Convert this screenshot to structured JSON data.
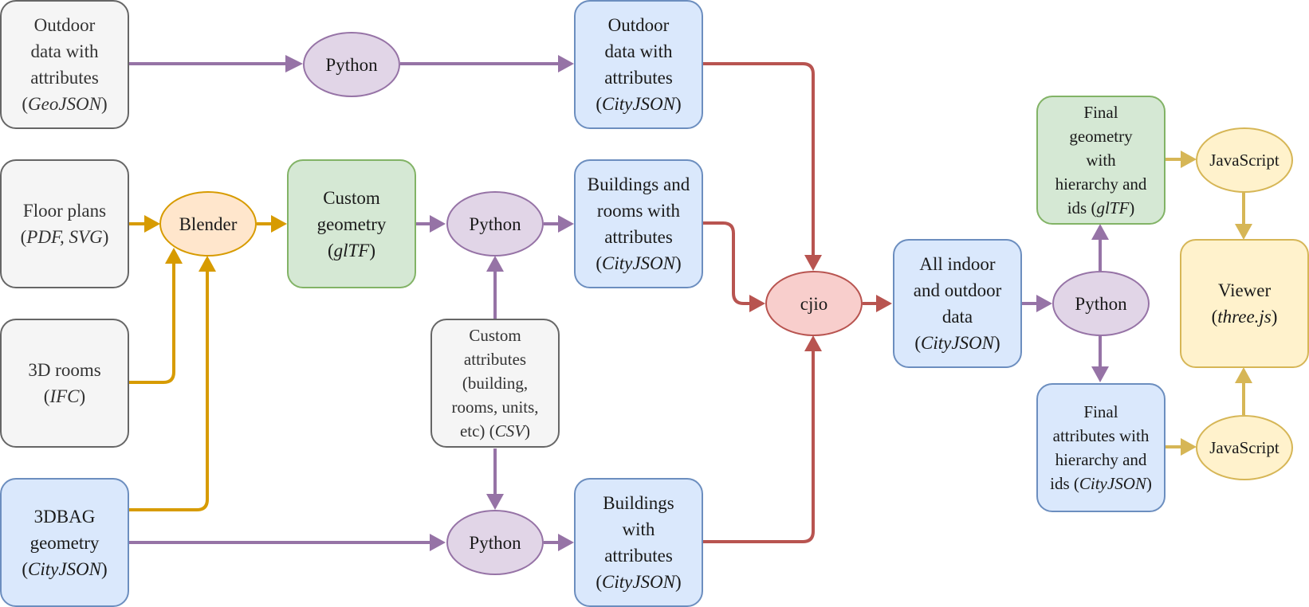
{
  "diagram": {
    "title": "Data processing pipeline: indoor and outdoor city data to three.js viewer",
    "colors": {
      "purple_edge": "#9673a6",
      "orange_edge": "#d79b00",
      "red_edge": "#b85450",
      "yellow_edge": "#d6b656"
    },
    "nodes": {
      "outdoor_geojson": {
        "lines": [
          "Outdoor",
          "data with",
          "attributes"
        ],
        "format": "GeoJSON"
      },
      "python_outdoor": {
        "label": "Python"
      },
      "outdoor_cityjson": {
        "lines": [
          "Outdoor",
          "data with",
          "attributes"
        ],
        "format": "CityJSON"
      },
      "floor_plans": {
        "lines": [
          "Floor plans"
        ],
        "format": "PDF, SVG"
      },
      "blender": {
        "label": "Blender"
      },
      "custom_geometry": {
        "lines": [
          "Custom",
          "geometry"
        ],
        "format": "glTF"
      },
      "python_rooms": {
        "label": "Python"
      },
      "buildings_rooms": {
        "lines": [
          "Buildings and",
          "rooms with",
          "attributes"
        ],
        "format": "CityJSON"
      },
      "rooms_3d": {
        "lines": [
          "3D rooms"
        ],
        "format": "IFC"
      },
      "custom_attributes": {
        "lines": [
          "Custom",
          "attributes",
          "(building,",
          "rooms, units,"
        ],
        "last_prefix": "etc) ",
        "format": "CSV"
      },
      "bag_geometry": {
        "lines": [
          "3DBAG",
          "geometry"
        ],
        "format": "CityJSON"
      },
      "python_buildings": {
        "label": "Python"
      },
      "buildings_attrs": {
        "lines": [
          "Buildings",
          "with",
          "attributes"
        ],
        "format": "CityJSON"
      },
      "cjio": {
        "label": "cjio"
      },
      "all_data": {
        "lines": [
          "All indoor",
          "and outdoor",
          "data"
        ],
        "format": "CityJSON"
      },
      "python_final": {
        "label": "Python"
      },
      "final_geometry": {
        "lines": [
          "Final",
          "geometry",
          "with",
          "hierarchy and"
        ],
        "last_prefix": "ids ",
        "format": "glTF"
      },
      "final_attributes": {
        "lines": [
          "Final",
          "attributes with",
          "hierarchy and"
        ],
        "last_prefix": "ids ",
        "format": "CityJSON"
      },
      "js_geometry": {
        "label": "JavaScript"
      },
      "js_attributes": {
        "label": "JavaScript"
      },
      "viewer": {
        "lines": [
          "Viewer"
        ],
        "format": "three.js"
      }
    },
    "edges": [
      {
        "from": "outdoor_geojson",
        "to": "python_outdoor",
        "color": "purple"
      },
      {
        "from": "python_outdoor",
        "to": "outdoor_cityjson",
        "color": "purple"
      },
      {
        "from": "outdoor_cityjson",
        "to": "cjio",
        "color": "red"
      },
      {
        "from": "floor_plans",
        "to": "blender",
        "color": "orange"
      },
      {
        "from": "rooms_3d",
        "to": "blender",
        "color": "orange"
      },
      {
        "from": "bag_geometry",
        "to": "blender",
        "color": "orange"
      },
      {
        "from": "blender",
        "to": "custom_geometry",
        "color": "orange"
      },
      {
        "from": "custom_geometry",
        "to": "python_rooms",
        "color": "purple"
      },
      {
        "from": "custom_attributes",
        "to": "python_rooms",
        "color": "purple"
      },
      {
        "from": "python_rooms",
        "to": "buildings_rooms",
        "color": "purple"
      },
      {
        "from": "buildings_rooms",
        "to": "cjio",
        "color": "red"
      },
      {
        "from": "custom_attributes",
        "to": "python_buildings",
        "color": "purple"
      },
      {
        "from": "bag_geometry",
        "to": "python_buildings",
        "color": "purple"
      },
      {
        "from": "python_buildings",
        "to": "buildings_attrs",
        "color": "purple"
      },
      {
        "from": "buildings_attrs",
        "to": "cjio",
        "color": "red"
      },
      {
        "from": "cjio",
        "to": "all_data",
        "color": "red"
      },
      {
        "from": "all_data",
        "to": "python_final",
        "color": "purple"
      },
      {
        "from": "python_final",
        "to": "final_geometry",
        "color": "purple"
      },
      {
        "from": "python_final",
        "to": "final_attributes",
        "color": "purple"
      },
      {
        "from": "final_geometry",
        "to": "js_geometry",
        "color": "yellow"
      },
      {
        "from": "final_attributes",
        "to": "js_attributes",
        "color": "yellow"
      },
      {
        "from": "js_geometry",
        "to": "viewer",
        "color": "yellow"
      },
      {
        "from": "js_attributes",
        "to": "viewer",
        "color": "yellow"
      }
    ]
  }
}
